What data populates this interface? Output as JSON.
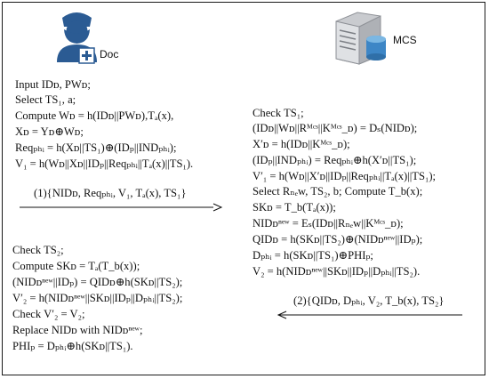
{
  "parties": {
    "doctor": {
      "label": "Doc",
      "icon": "doctor-icon"
    },
    "server": {
      "label": "MCS",
      "icon": "server-icon"
    }
  },
  "doc_registration": [
    "Input  IDᴅ,  PWᴅ;",
    "Select TS₁, a;",
    "Compute  Wᴅ = h(IDᴅ||PWᴅ),Tₐ(x),",
    "Xᴅ = Yᴅ⊕Wᴅ;",
    "Reqₚₕᵢ = h(Xᴅ||TS₁)⊕(IDₚ||INDₚₕᵢ);",
    "V₁ = h(Wᴅ||Xᴅ||IDₚ||Reqₚₕᵢ||Tₐ(x)||TS₁)."
  ],
  "message1": "(1){NIDᴅ, Reqₚₕᵢ, V₁, Tₐ(x), TS₁}",
  "mcs_steps": [
    "Check TS₁;",
    "(IDᴅ||Wᴅ||Rᴹᶜˢ||Kᴹᶜˢ_ᴅ) = Dₛ(NIDᴅ);",
    "X′ᴅ = h(IDᴅ||Kᴹᶜˢ_ᴅ);",
    "(IDₚ||INDₚₕᵢ) = Reqₚₕᵢ⊕h(X′ᴅ||TS₁);",
    "V′₁ = h(Wᴅ||X′ᴅ||IDₚ||Reqₚₕᵢ||Tₐ(x)||TS₁);",
    "Select Rₙₑw, TS₂, b; Compute  T_b(x);",
    "SKᴅ = T_b(Tₐ(x));",
    "NIDᴅⁿᵉʷ = Eₛ(IDᴅ||Rₙₑw||Kᴹᶜˢ_ᴅ);",
    "QIDᴅ = h(SKᴅ||TS₂)⊕(NIDᴅⁿᵉʷ||IDₚ);",
    "Dₚₕᵢ = h(SKᴅ||TS₁)⊕PHIₚ;",
    "V₂ = h(NIDᴅⁿᵉʷ||SKᴅ||IDₚ||Dₚₕᵢ||TS₂)."
  ],
  "message2": "(2){QIDᴅ, Dₚₕᵢ, V₂, T_b(x), TS₂}",
  "doc_verification": [
    "Check TS₂;",
    "Compute  SKᴅ = Tₐ(T_b(x));",
    "(NIDᴅⁿᵉʷ||IDₚ) = QIDᴅ⊕h(SKᴅ||TS₂);",
    "V′₂ = h(NIDᴅⁿᵉʷ||SKᴅ||IDₚ||Dₚₕᵢ||TS₂);",
    "Check  V′₂ = V₂;",
    "Replace  NIDᴅ with NIDᴅⁿᵉʷ;",
    "PHIₚ = Dₚₕᵢ⊕h(SKᴅ||TS₁)."
  ]
}
